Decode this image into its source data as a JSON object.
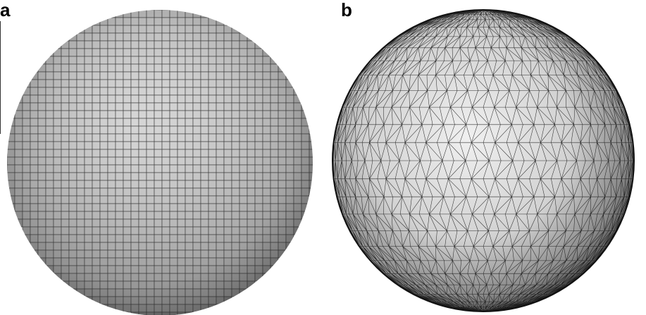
{
  "panels": [
    {
      "label": "a",
      "style": "voxel-sphere",
      "fill_color": "#b9b9b9",
      "edge_color": "#3a3a3a"
    },
    {
      "label": "b",
      "style": "triangulated-mesh-sphere",
      "fill_color": "#e6e6e6",
      "edge_color": "#111111"
    }
  ]
}
